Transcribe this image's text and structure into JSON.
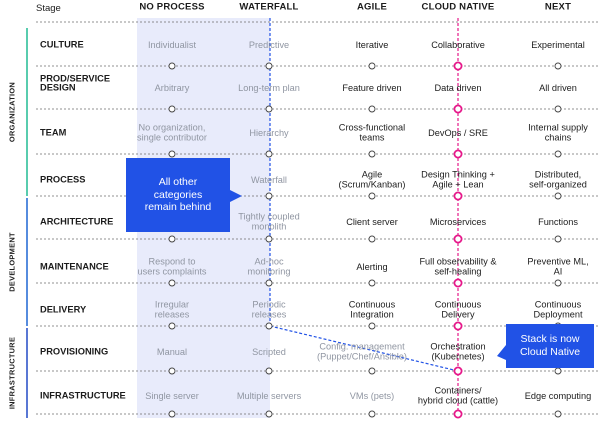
{
  "header": {
    "stage": "Stage",
    "columns": [
      "NO PROCESS",
      "WATERFALL",
      "AGILE",
      "CLOUD NATIVE",
      "NEXT"
    ]
  },
  "groups": [
    "ORGANIZATION",
    "DEVELOPMENT",
    "INFRASTRUCTURE"
  ],
  "rows": [
    {
      "label": [
        "CULTURE"
      ],
      "cells": [
        [
          "Individualist"
        ],
        [
          "Predictive"
        ],
        [
          "Iterative"
        ],
        [
          "Collaborative"
        ],
        [
          "Experimental"
        ]
      ]
    },
    {
      "label": [
        "PROD/SERVICE",
        "DESIGN"
      ],
      "cells": [
        [
          "Arbitrary"
        ],
        [
          "Long-term plan"
        ],
        [
          "Feature driven"
        ],
        [
          "Data driven"
        ],
        [
          "All driven"
        ]
      ]
    },
    {
      "label": [
        "TEAM"
      ],
      "cells": [
        [
          "No organization,",
          "single contributor"
        ],
        [
          "Hierarchy"
        ],
        [
          "Cross-functional",
          "teams"
        ],
        [
          "DevOps / SRE"
        ],
        [
          "Internal supply",
          "chains"
        ]
      ]
    },
    {
      "label": [
        "PROCESS"
      ],
      "cells": [
        [],
        [
          "Waterfall"
        ],
        [
          "Agile",
          "(Scrum/Kanban)"
        ],
        [
          "Design Thinking +",
          "Agile + Lean"
        ],
        [
          "Distributed,",
          "self-organized"
        ]
      ]
    },
    {
      "label": [
        "ARCHITECTURE"
      ],
      "cells": [
        [],
        [
          "Tightly coupled",
          "monolith"
        ],
        [
          "Client server"
        ],
        [
          "Microservices"
        ],
        [
          "Functions"
        ]
      ]
    },
    {
      "label": [
        "MAINTENANCE"
      ],
      "cells": [
        [
          "Respond to",
          "users complaints"
        ],
        [
          "Ad-hoc",
          "monitoring"
        ],
        [
          "Alerting"
        ],
        [
          "Full observability &",
          "self-healing"
        ],
        [
          "Preventive ML,",
          "AI"
        ]
      ]
    },
    {
      "label": [
        "DELIVERY"
      ],
      "cells": [
        [
          "Irregular",
          "releases"
        ],
        [
          "Periodic",
          "releases"
        ],
        [
          "Continuous",
          "Integration"
        ],
        [
          "Continuous",
          "Delivery"
        ],
        [
          "Continuous",
          "Deployment"
        ]
      ]
    },
    {
      "label": [
        "PROVISIONING"
      ],
      "cells": [
        [
          "Manual"
        ],
        [
          "Scripted"
        ],
        [
          "Config. management",
          "(Puppet/Chef/Ansible)"
        ],
        [
          "Orchestration",
          "(Kubernetes)"
        ],
        []
      ]
    },
    {
      "label": [
        "INFRASTRUCTURE"
      ],
      "cells": [
        [
          "Single server"
        ],
        [
          "Multiple servers"
        ],
        [
          "VMs (pets)"
        ],
        [
          "Containers/",
          "hybrid cloud (cattle)"
        ],
        [
          "Edge computing"
        ]
      ]
    }
  ],
  "callouts": {
    "behind": [
      "All other",
      "categories",
      "remain behind"
    ],
    "stack": [
      "Stack is now",
      "Cloud Native"
    ]
  },
  "colors": {
    "highlight": "#e6188a",
    "callout": "#2152e6",
    "band": "#e8ebfb",
    "organization": "#2fbf9a",
    "development": "#2b6fd6",
    "infrastructure": "#2f55c9"
  }
}
